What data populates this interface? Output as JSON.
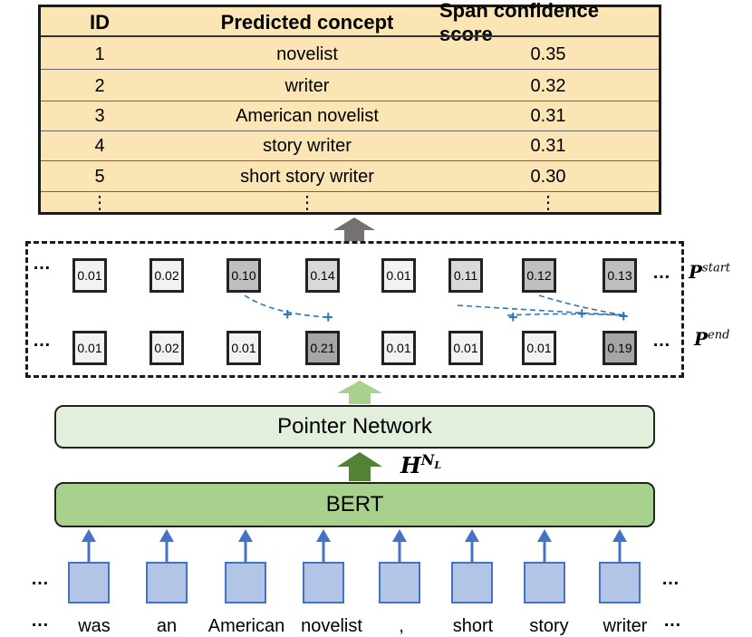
{
  "table": {
    "headers": [
      "ID",
      "Predicted concept",
      "Span confidence score"
    ],
    "rows": [
      {
        "id": "1",
        "concept": "novelist",
        "score": "0.35"
      },
      {
        "id": "2",
        "concept": "writer",
        "score": "0.32"
      },
      {
        "id": "3",
        "concept": "American novelist",
        "score": "0.31"
      },
      {
        "id": "4",
        "concept": "story writer",
        "score": "0.31"
      },
      {
        "id": "5",
        "concept": "short story writer",
        "score": "0.30"
      }
    ],
    "ellipsis": "⋮"
  },
  "pointer_output": {
    "start_values": [
      "0.01",
      "0.02",
      "0.10",
      "0.14",
      "0.01",
      "0.11",
      "0.12",
      "0.13"
    ],
    "end_values": [
      "0.01",
      "0.02",
      "0.01",
      "0.21",
      "0.01",
      "0.01",
      "0.01",
      "0.19"
    ],
    "start_label": "P",
    "start_sup": "start",
    "end_label": "P",
    "end_sup": "end",
    "ellipsis": "…",
    "plus": "+"
  },
  "modules": {
    "pointer_network": "Pointer Network",
    "bert": "BERT",
    "hidden_label": "H",
    "hidden_sup": "N",
    "hidden_sub": "L"
  },
  "tokens": {
    "words": [
      "was",
      "an",
      "American",
      "novelist",
      ",",
      "short",
      "story",
      "writer"
    ],
    "ellipsis": "…"
  },
  "colors": {
    "table_fill": "#fbe5b4",
    "prob_light": "#f2f2f2",
    "prob_dark": "#bfbfbf",
    "pointer_fill": "#e2efda",
    "bert_fill": "#a9d18e",
    "arrow_gray": "#767171",
    "arrow_light_green": "#a9d18e",
    "arrow_dark_green": "#548235",
    "token_fill": "#b3c5e6",
    "token_border": "#4472c4",
    "link_blue": "#2e75b6"
  }
}
